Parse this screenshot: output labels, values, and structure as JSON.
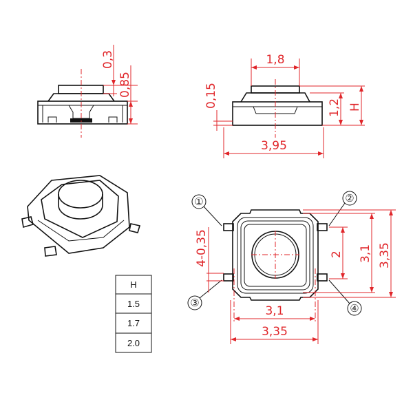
{
  "side_view_small": {
    "dim_top": "0,3",
    "dim_body": "0,85"
  },
  "side_view_large": {
    "dim_cap_width": "1,8",
    "dim_gap": "0,15",
    "dim_height_body": "1,2",
    "dim_height_total": "H",
    "dim_width": "3,95"
  },
  "top_view": {
    "pins": [
      "①",
      "②",
      "③",
      "④"
    ],
    "dim_pin_width": "4-0,35",
    "dim_pin_pitch": "2",
    "dim_body_height": "3,1",
    "dim_total_height": "3,35",
    "dim_body_width": "3,1",
    "dim_total_width": "3,35"
  },
  "height_table": {
    "header": "H",
    "rows": [
      "1.5",
      "1.7",
      "2.0"
    ]
  },
  "colors": {
    "dimension": "#e0262a",
    "outline": "#111111"
  }
}
